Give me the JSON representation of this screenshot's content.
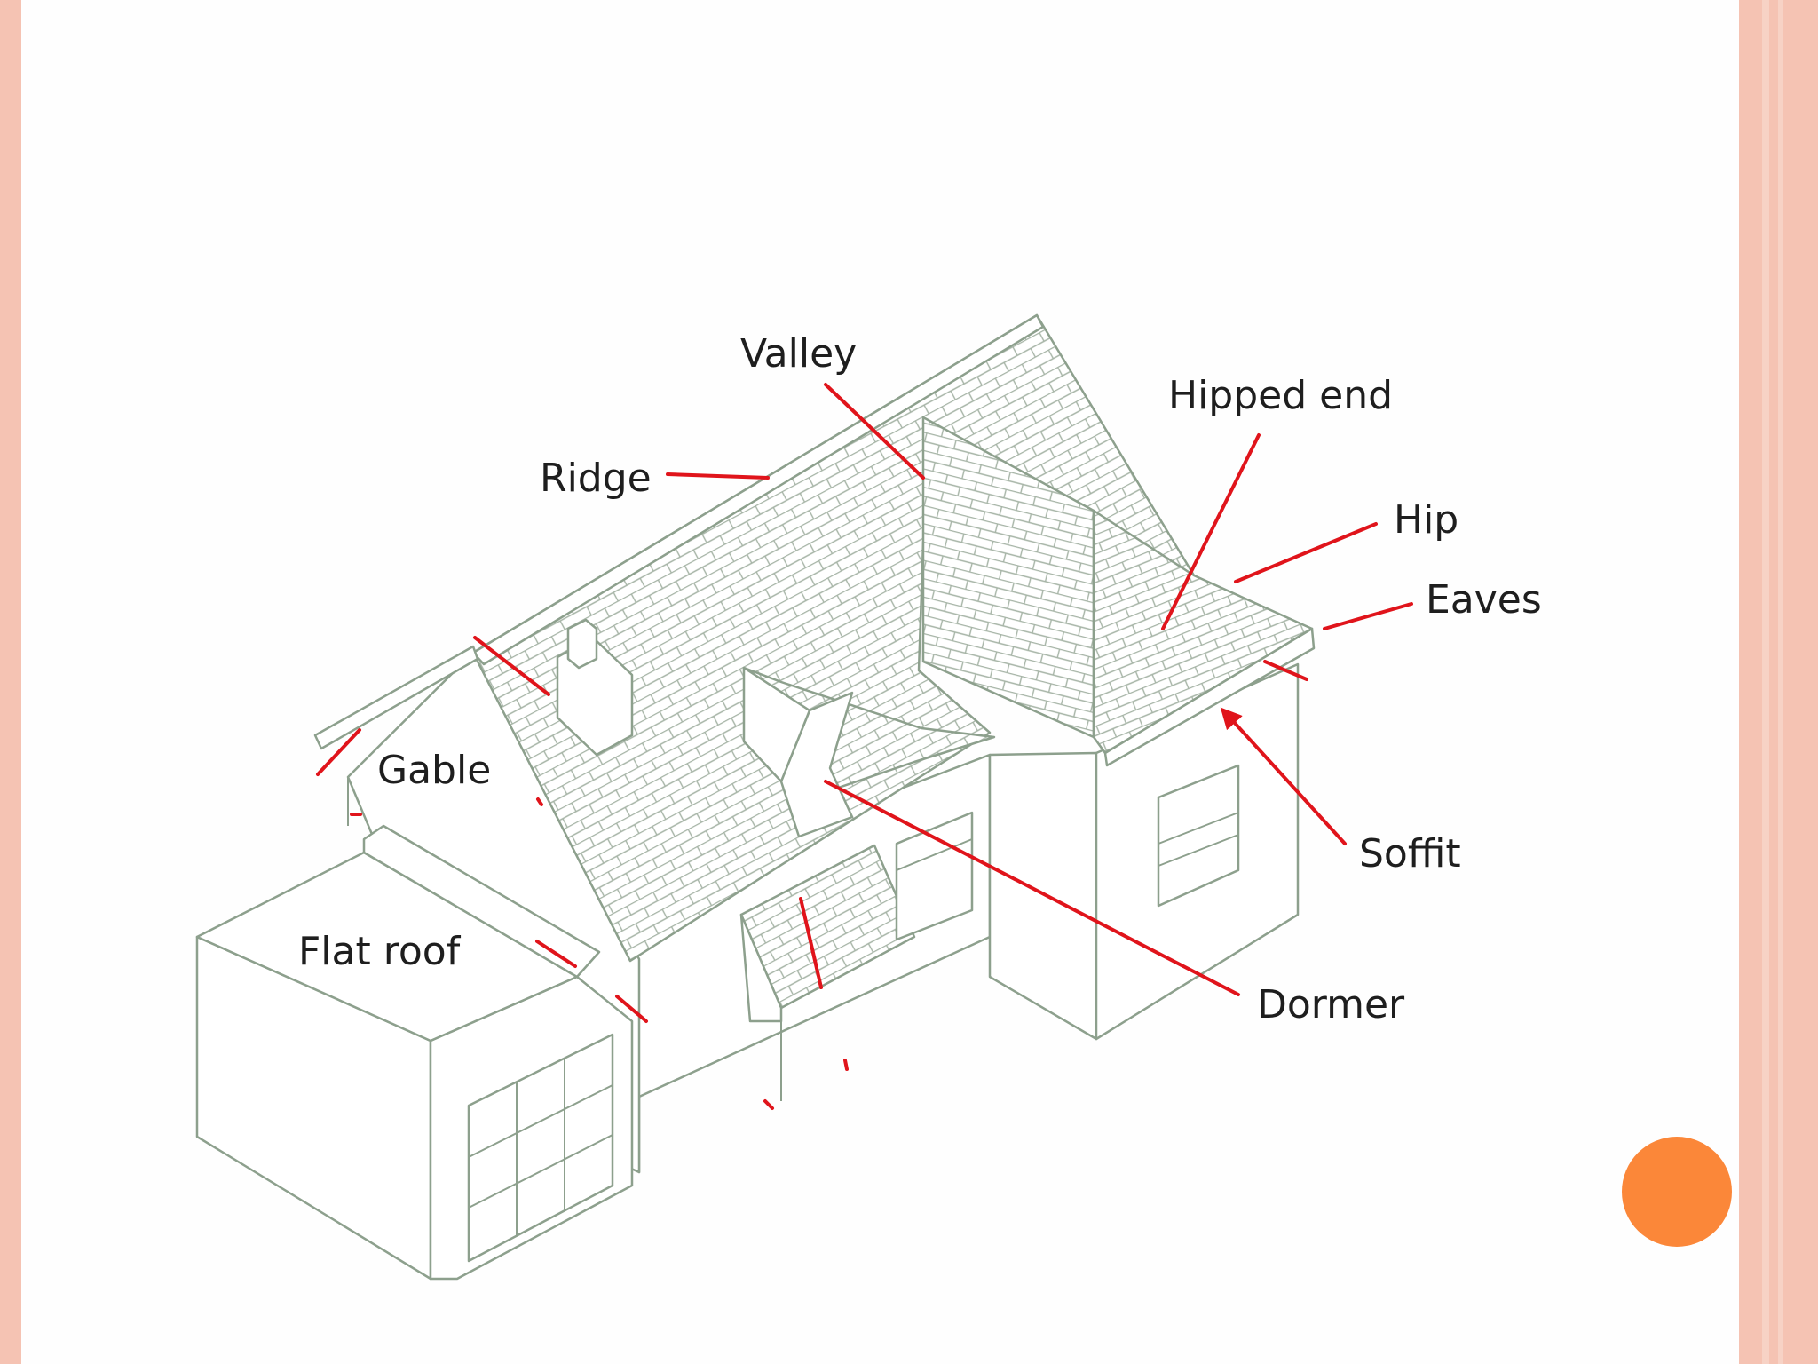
{
  "slide": {
    "background": "#fefefe",
    "border_color": "#f5c3b3",
    "accent_dot_color": "#fb8739"
  },
  "diagram": {
    "line_color": "#8da08d",
    "leader_color": "#e0141b",
    "labels": {
      "valley": "Valley",
      "hipped_end": "Hipped end",
      "ridge": "Ridge",
      "hip": "Hip",
      "eaves": "Eaves",
      "gable": "Gable",
      "soffit": "Soffit",
      "flat_roof": "Flat roof",
      "dormer": "Dormer"
    }
  }
}
